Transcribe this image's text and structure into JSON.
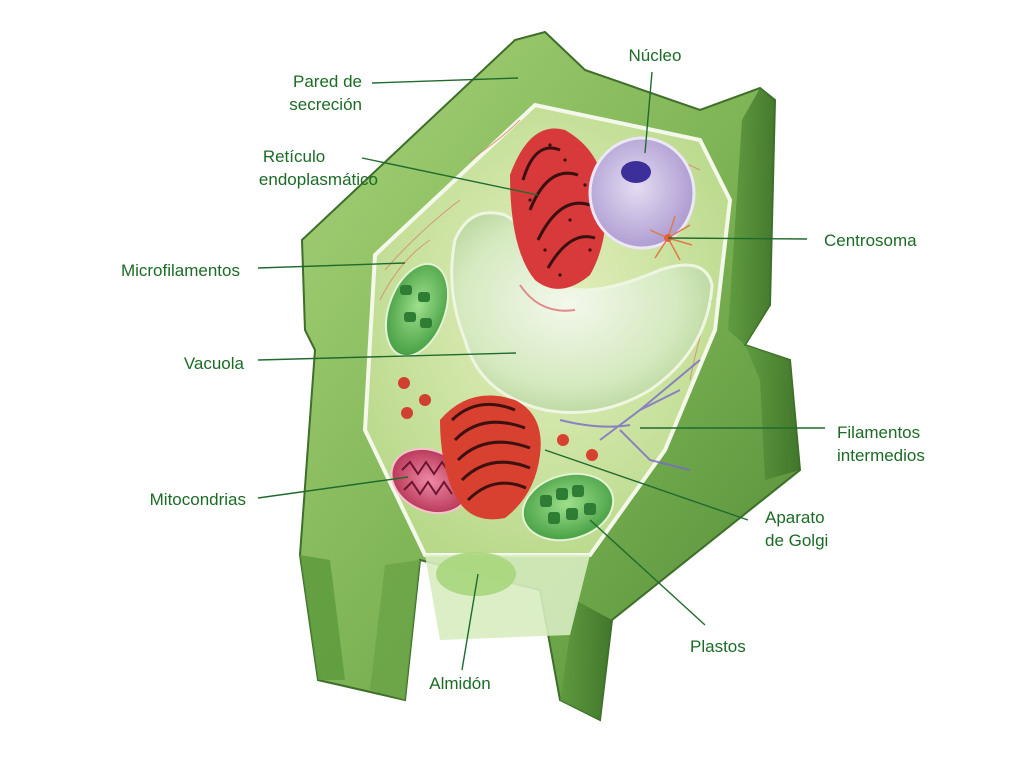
{
  "labels": {
    "pared": [
      "Pared de",
      "secreción"
    ],
    "reticulo": [
      "Retículo",
      "endoplasmático"
    ],
    "microfilamentos": "Microfilamentos",
    "vacuola": "Vacuola",
    "mitocondrias": "Mitocondrias",
    "almidon": "Almidón",
    "nucleo": "Núcleo",
    "centrosoma": "Centrosoma",
    "filamentos": [
      "Filamentos",
      "intermedios"
    ],
    "golgi": [
      "Aparato",
      "de Golgi"
    ],
    "plastos": "Plastos"
  },
  "colors": {
    "label_text": "#1b6b26",
    "leader_line": "#1f6b2e",
    "cell_wall": "#8cc064",
    "cytoplasm": "#cfe6a4",
    "vacuole": "#e6f2d6",
    "nucleus": "#c8b9e2",
    "mitochondria": "#c83b5a",
    "golgi": "#d8402f",
    "er": "#d83a3a",
    "plastid": "#5bb85a"
  }
}
